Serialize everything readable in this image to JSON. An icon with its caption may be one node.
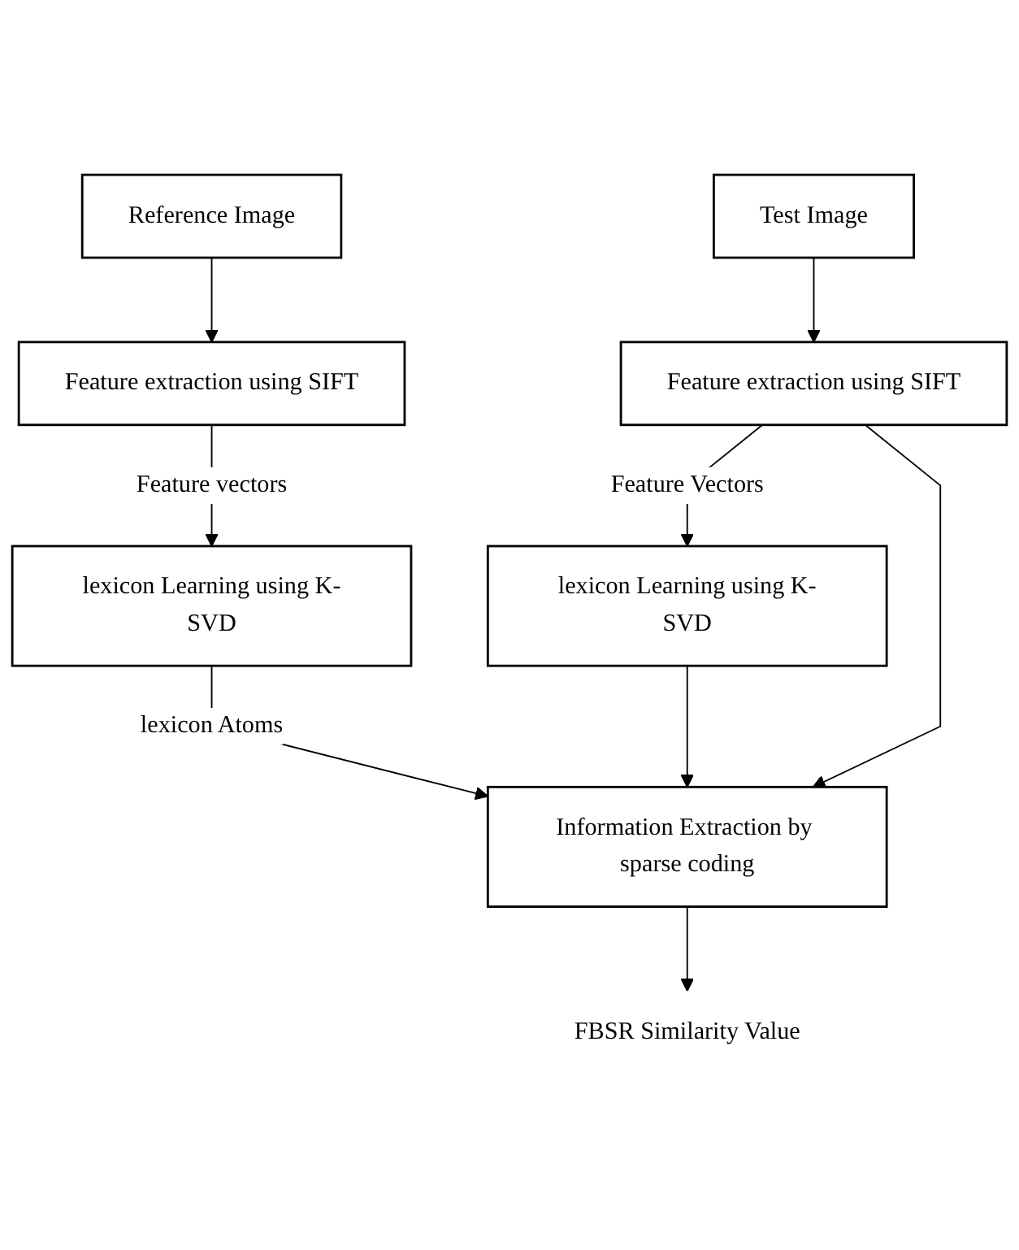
{
  "diagram": {
    "nodes": [
      {
        "text": [
          "Reference Image"
        ]
      },
      {
        "text": [
          "Test Image"
        ]
      },
      {
        "text": [
          "Feature extraction using SIFT"
        ]
      },
      {
        "text": [
          "Feature extraction using SIFT"
        ]
      },
      {
        "text": [
          "lexicon Learning using K-SVD"
        ]
      },
      {
        "text": [
          "lexicon Learning using K-SVD"
        ]
      },
      {
        "text": [
          "Information Extraction by sparse coding"
        ]
      },
      {
        "text": [
          "FBSR Similarity Value"
        ]
      }
    ],
    "edges": [
      {
        "from": 0,
        "to": 2,
        "arrow": "to"
      },
      {
        "from": 1,
        "to": 3,
        "arrow": "to"
      },
      {
        "from": 2,
        "to": 4,
        "arrow": "to",
        "label": "Feature vectors"
      },
      {
        "from": 3,
        "to": 5,
        "arrow": "to",
        "label": "Feature Vectors"
      },
      {
        "from": 3,
        "to": 6,
        "arrow": "to"
      },
      {
        "from": 4,
        "to": 6,
        "arrow": "to",
        "label": "lexicon Atoms"
      },
      {
        "from": 5,
        "to": 6,
        "arrow": "to"
      },
      {
        "from": 6,
        "to": 7,
        "arrow": "to"
      }
    ]
  }
}
